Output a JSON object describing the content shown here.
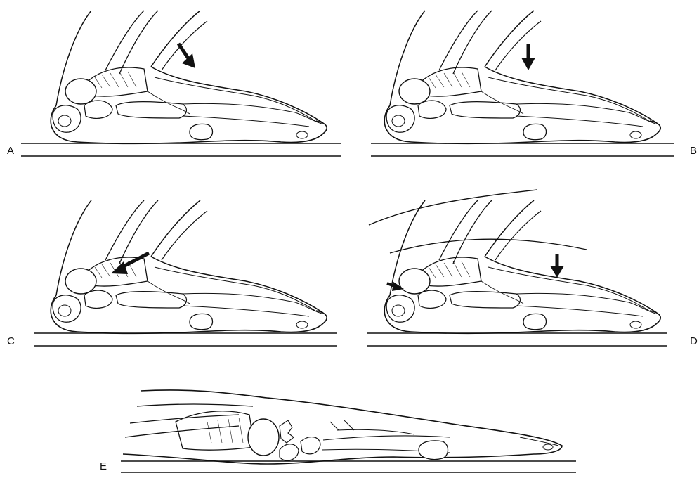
{
  "figure": {
    "panels": [
      {
        "id": "A",
        "label": "A"
      },
      {
        "id": "B",
        "label": "B"
      },
      {
        "id": "C",
        "label": "C"
      },
      {
        "id": "D",
        "label": "D"
      },
      {
        "id": "E",
        "label": "E"
      }
    ]
  },
  "style": {
    "line_color": "#111111",
    "background": "#ffffff"
  }
}
